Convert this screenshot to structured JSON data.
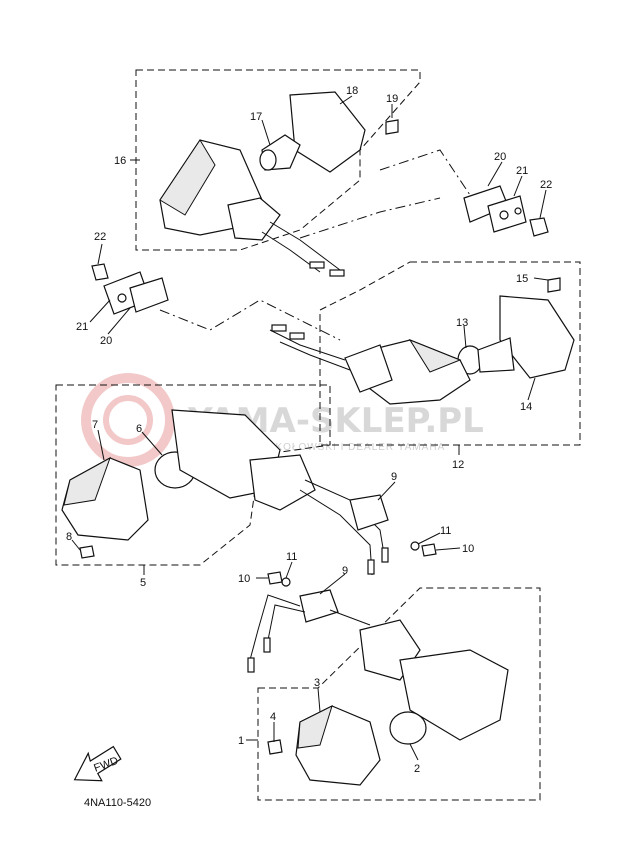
{
  "watermark": {
    "brand": "YAMA-SKLEP.PL",
    "tagline": "GOLISZ-SOKOŁOWSKI I DEALER YAMAHA"
  },
  "diagram_code": "4NA110-5420",
  "fwd_label": "FWD",
  "callouts": {
    "c1": "1",
    "c2": "2",
    "c3": "3",
    "c4": "4",
    "c5": "5",
    "c6": "6",
    "c7": "7",
    "c8": "8",
    "c9a": "9",
    "c9b": "9",
    "c10a": "10",
    "c10b": "10",
    "c11a": "11",
    "c11b": "11",
    "c12": "12",
    "c13": "13",
    "c14": "14",
    "c15": "15",
    "c16": "16",
    "c17": "17",
    "c18": "18",
    "c19": "19",
    "c20a": "20",
    "c20b": "20",
    "c21a": "21",
    "c21b": "21",
    "c22a": "22",
    "c22b": "22"
  }
}
